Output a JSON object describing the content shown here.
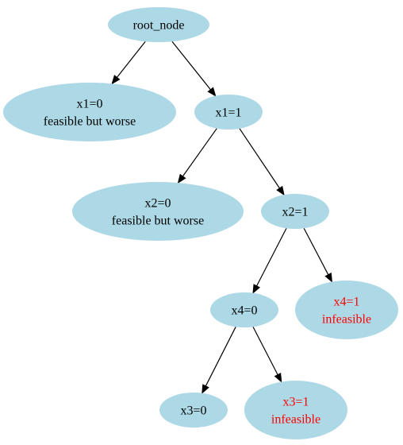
{
  "colors": {
    "node_fill": "#add8e6",
    "text_default": "#000000",
    "text_infeasible": "#ff0000",
    "edge": "#000000"
  },
  "nodes": {
    "root": {
      "lines": [
        "root_node"
      ],
      "status": "default"
    },
    "x1_0": {
      "lines": [
        "x1=0",
        "feasible but worse"
      ],
      "status": "default"
    },
    "x1_1": {
      "lines": [
        "x1=1"
      ],
      "status": "default"
    },
    "x2_0": {
      "lines": [
        "x2=0",
        "feasible but worse"
      ],
      "status": "default"
    },
    "x2_1": {
      "lines": [
        "x2=1"
      ],
      "status": "default"
    },
    "x4_0": {
      "lines": [
        "x4=0"
      ],
      "status": "default"
    },
    "x4_1": {
      "lines": [
        "x4=1",
        "infeasible"
      ],
      "status": "infeasible"
    },
    "x3_0": {
      "lines": [
        "x3=0"
      ],
      "status": "default"
    },
    "x3_1": {
      "lines": [
        "x3=1",
        "infeasible"
      ],
      "status": "infeasible"
    }
  },
  "edges": [
    {
      "from": "root",
      "to": "x1_0"
    },
    {
      "from": "root",
      "to": "x1_1"
    },
    {
      "from": "x1_1",
      "to": "x2_0"
    },
    {
      "from": "x1_1",
      "to": "x2_1"
    },
    {
      "from": "x2_1",
      "to": "x4_0"
    },
    {
      "from": "x2_1",
      "to": "x4_1"
    },
    {
      "from": "x4_0",
      "to": "x3_0"
    },
    {
      "from": "x4_0",
      "to": "x3_1"
    }
  ]
}
